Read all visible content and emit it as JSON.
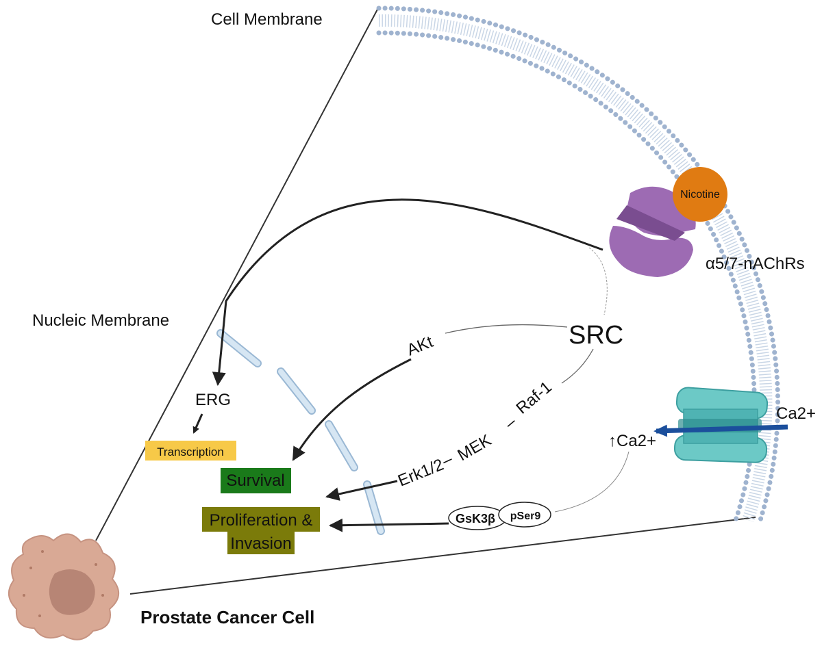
{
  "labels": {
    "cell_membrane": "Cell Membrane",
    "nucleic_membrane": "Nucleic Membrane",
    "receptor": "α5/7-nAChRs",
    "nicotine": "Nicotine",
    "ca_outside": "Ca2+",
    "ca_inside": "↑Ca2+",
    "src": "SRC",
    "akt": "AKt",
    "raf": "Raf-1",
    "mek": "MEK",
    "erk": "Erk1/2",
    "dash1": "–",
    "dash2": "–",
    "erg": "ERG",
    "transcription": "Transcription",
    "survival": "Survival",
    "proliferation_line1": "Proliferation &",
    "proliferation_line2": "Invasion",
    "gsk": "GsK3β",
    "pser9": "pSer9",
    "prostate_cell": "Prostate Cancer Cell"
  },
  "colors": {
    "membrane_head": "#9fb3cf",
    "membrane_tail": "#c9d6e6",
    "nicotine": "#e07b12",
    "receptor": "#9d6bb3",
    "receptor_dark": "#7a4d90",
    "channel": "#6cc9c6",
    "channel_dark": "#3d9fa0",
    "ca_arrow": "#1b4f9c",
    "nuclear_segment": "#c9def0",
    "transcription_bg": "#f7c948",
    "survival_bg": "#1a7a1a",
    "proliferation_bg": "#7b7b0a",
    "cell_body": "#d9a995",
    "cell_nucleus": "#b78575"
  }
}
